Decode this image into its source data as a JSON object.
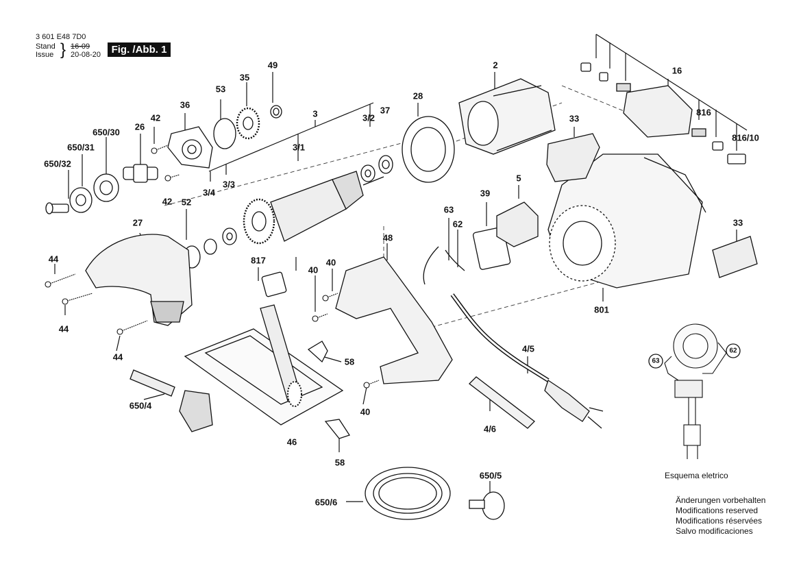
{
  "header": {
    "part_number": "3 601 E48 7D0",
    "stand_label": "Stand",
    "issue_label": "Issue",
    "brace": "}",
    "stand_date": "16-09",
    "issue_date": "20-08-20",
    "figure_label": "Fig. /Abb. 1"
  },
  "callouts": [
    {
      "id": "2",
      "text": "2"
    },
    {
      "id": "16",
      "text": "16"
    },
    {
      "id": "3",
      "text": "3"
    },
    {
      "id": "3-2",
      "text": "3/2"
    },
    {
      "id": "3-1",
      "text": "3/1"
    },
    {
      "id": "3-3",
      "text": "3/3"
    },
    {
      "id": "3-4",
      "text": "3/4"
    },
    {
      "id": "5",
      "text": "5"
    },
    {
      "id": "26",
      "text": "26"
    },
    {
      "id": "27",
      "text": "27"
    },
    {
      "id": "28",
      "text": "28"
    },
    {
      "id": "33a",
      "text": "33"
    },
    {
      "id": "33b",
      "text": "33"
    },
    {
      "id": "35",
      "text": "35"
    },
    {
      "id": "36",
      "text": "36"
    },
    {
      "id": "37",
      "text": "37"
    },
    {
      "id": "39",
      "text": "39"
    },
    {
      "id": "40a",
      "text": "40"
    },
    {
      "id": "40b",
      "text": "40"
    },
    {
      "id": "40c",
      "text": "40"
    },
    {
      "id": "42a",
      "text": "42"
    },
    {
      "id": "42b",
      "text": "42"
    },
    {
      "id": "44a",
      "text": "44"
    },
    {
      "id": "44b",
      "text": "44"
    },
    {
      "id": "44c",
      "text": "44"
    },
    {
      "id": "46",
      "text": "46"
    },
    {
      "id": "48",
      "text": "48"
    },
    {
      "id": "49",
      "text": "49"
    },
    {
      "id": "52",
      "text": "52"
    },
    {
      "id": "53",
      "text": "53"
    },
    {
      "id": "58a",
      "text": "58"
    },
    {
      "id": "58b",
      "text": "58"
    },
    {
      "id": "62",
      "text": "62"
    },
    {
      "id": "63",
      "text": "63"
    },
    {
      "id": "650-30",
      "text": "650/30"
    },
    {
      "id": "650-31",
      "text": "650/31"
    },
    {
      "id": "650-32",
      "text": "650/32"
    },
    {
      "id": "650-4",
      "text": "650/4"
    },
    {
      "id": "650-5",
      "text": "650/5"
    },
    {
      "id": "650-6",
      "text": "650/6"
    },
    {
      "id": "4-5",
      "text": "4/5"
    },
    {
      "id": "4-6",
      "text": "4/6"
    },
    {
      "id": "801",
      "text": "801"
    },
    {
      "id": "816",
      "text": "816"
    },
    {
      "id": "816-10",
      "text": "816/10"
    },
    {
      "id": "817",
      "text": "817"
    },
    {
      "id": "62c",
      "text": "62"
    },
    {
      "id": "63c",
      "text": "63"
    }
  ],
  "wiring": {
    "caption": "Esquema eletrico"
  },
  "notes": [
    "Änderungen vorbehalten",
    "Modifications reserved",
    "Modifications réservées",
    "Salvo modificaciones"
  ],
  "colors": {
    "ink": "#111111",
    "paper": "#ffffff",
    "shade": "#cfcfcf",
    "dark": "#555555"
  }
}
